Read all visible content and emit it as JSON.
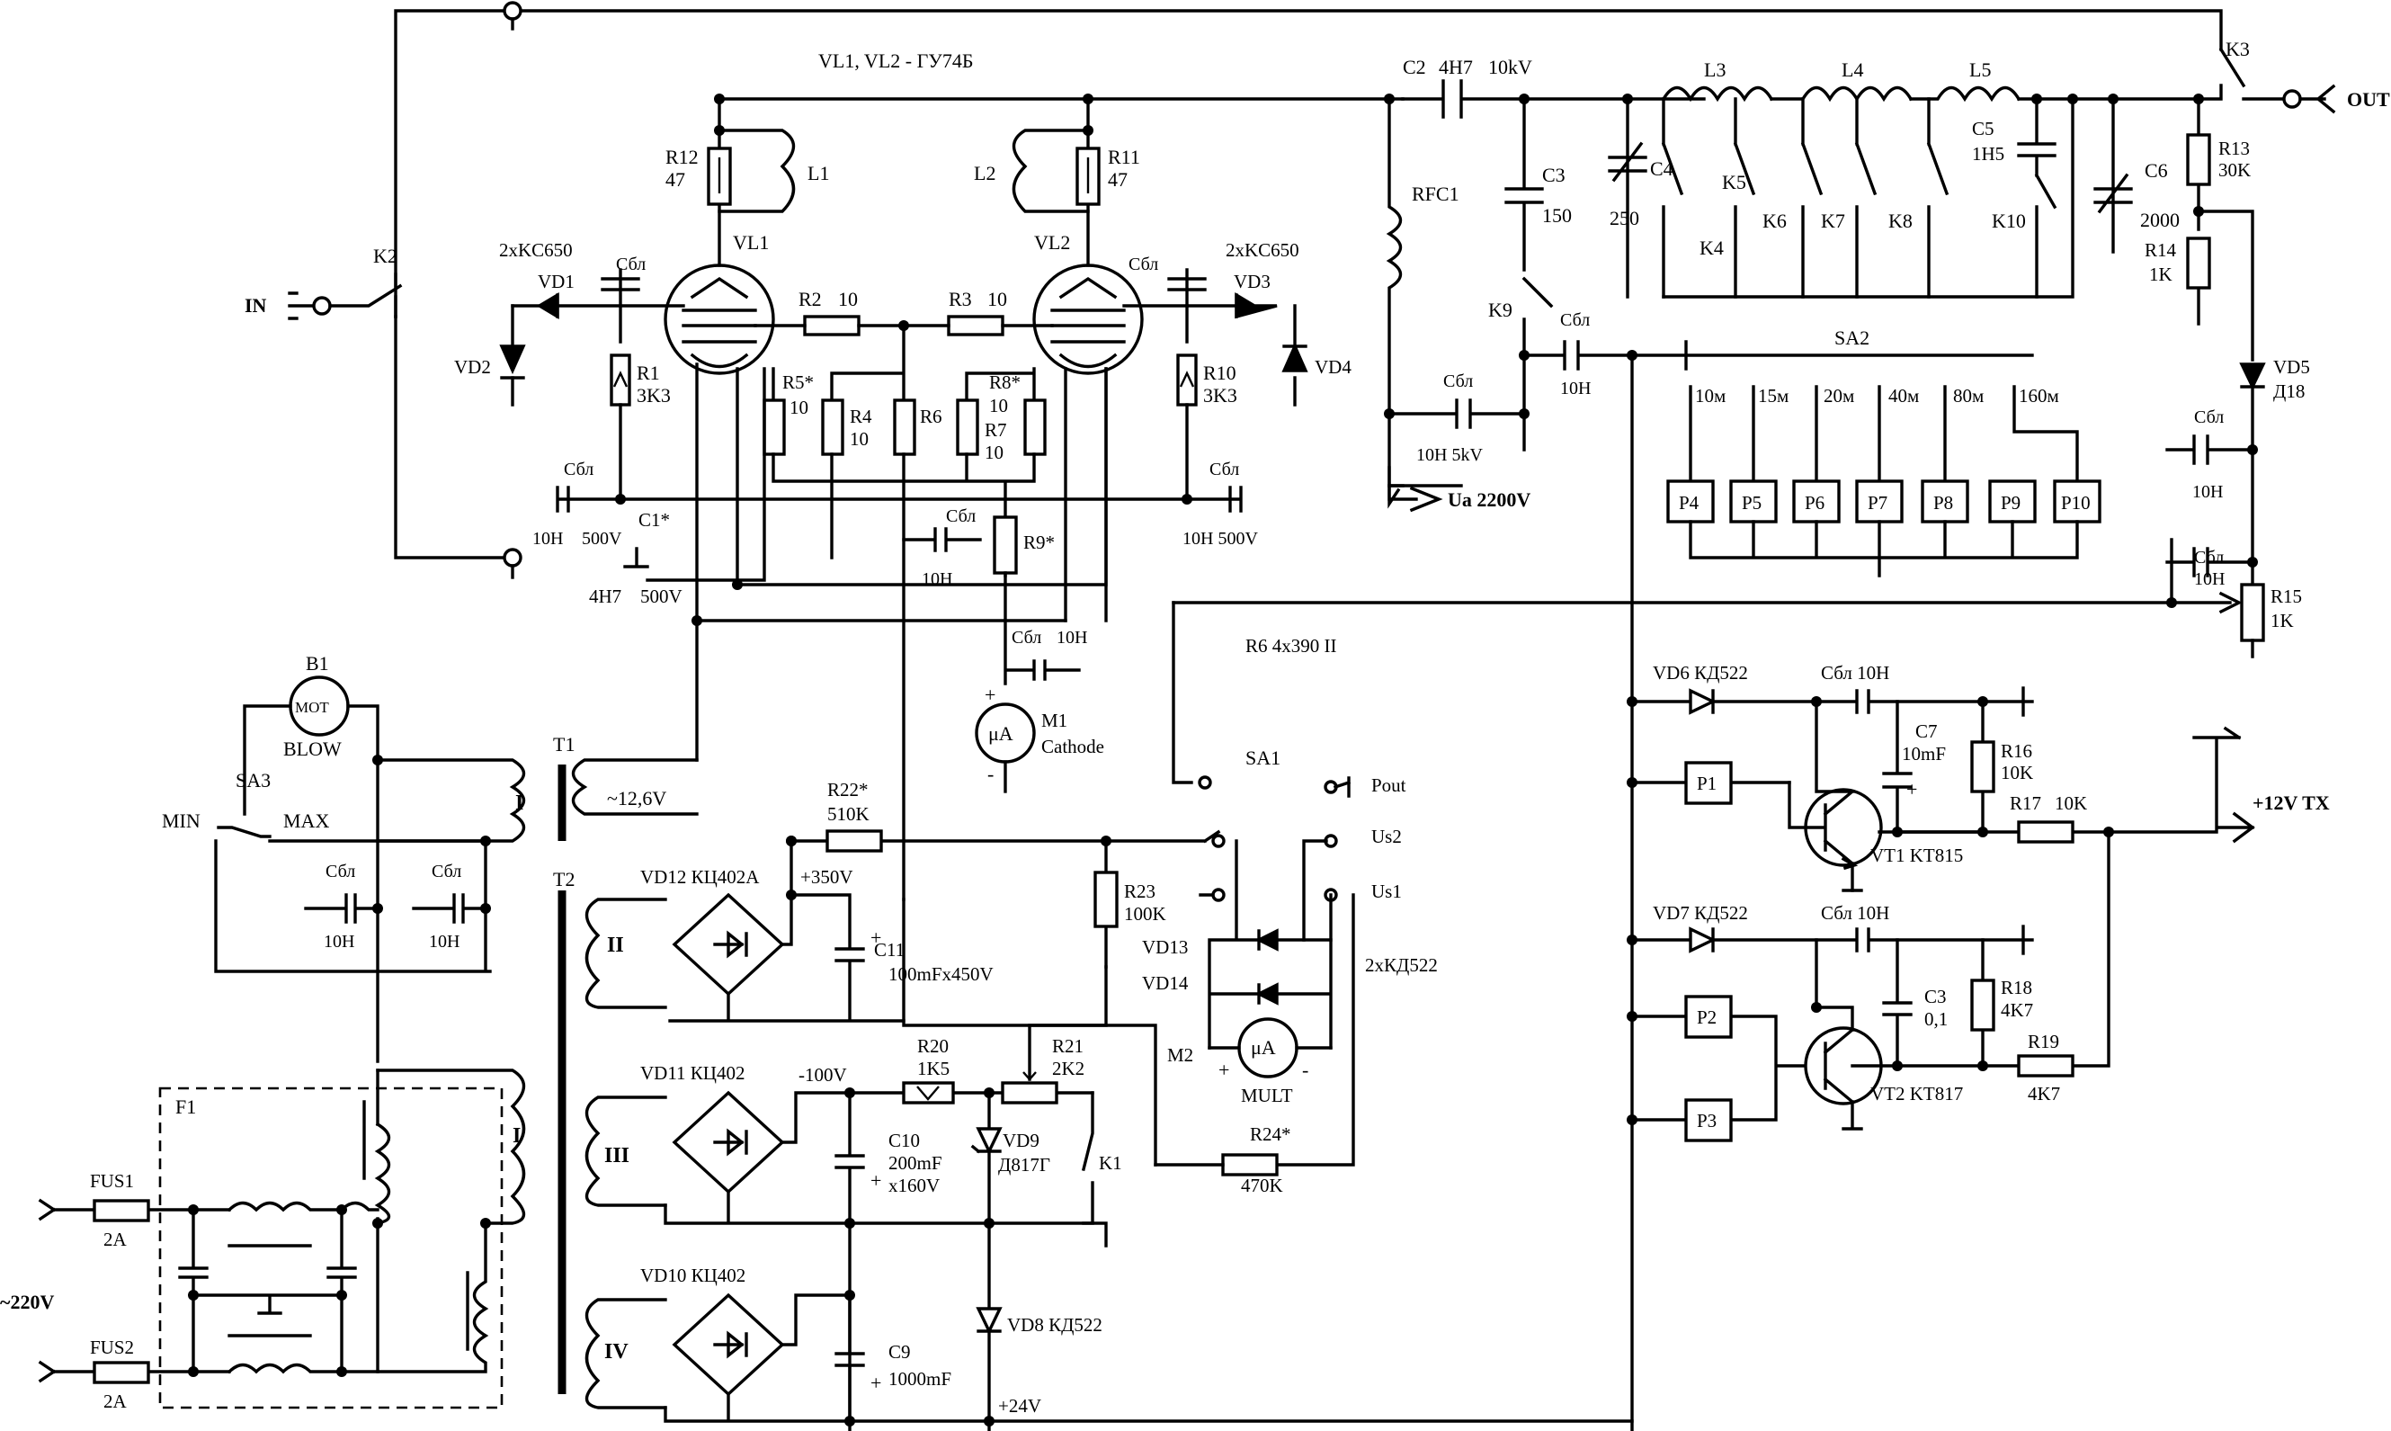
{
  "title": "VL1, VL2 - ГУ74Б",
  "tubes": {
    "vl1": "VL1",
    "vl2": "VL2"
  },
  "io": {
    "input": "IN",
    "output": "OUT",
    "mains": "~220V",
    "hv": "Ua 2200V",
    "tx": "+12V TX"
  },
  "relays": {
    "k1": "K1",
    "k2": "K2",
    "k3": "K3",
    "k4": "K4",
    "k5": "K5",
    "k6": "K6",
    "k7": "K7",
    "k8": "K8",
    "k9": "K9",
    "k10": "K10"
  },
  "resistors": {
    "r1": "R1",
    "r1v": "3K3",
    "r2": "R2",
    "r2v": "10",
    "r3": "R3",
    "r3v": "10",
    "r4": "R4",
    "r4v": "10",
    "r5": "R5*",
    "r5v": "10",
    "r6": "R6",
    "r7": "R7",
    "r7v": "10",
    "r8": "R8*",
    "r8v": "10",
    "r9": "R9*",
    "r10": "R10",
    "r10v": "3K3",
    "r11": "R11",
    "r11v": "47",
    "r12": "R12",
    "r12v": "47",
    "r13": "R13",
    "r13v": "30K",
    "r14": "R14",
    "r14v": "1K",
    "r15": "R15",
    "r15v": "1K",
    "r16": "R16",
    "r16v": "10K",
    "r17": "R17",
    "r17v": "10K",
    "r18": "R18",
    "r18v": "4K7",
    "r19": "R19",
    "r19v": "4K7",
    "r20": "R20",
    "r20v": "1K5",
    "r21": "R21",
    "r21v": "2K2",
    "r22": "R22*",
    "r22v": "510K",
    "r23": "R23",
    "r23v": "100K",
    "r24": "R24*",
    "r24v": "470K",
    "r6note": "R6  4x390 II"
  },
  "capacitors": {
    "c1": "C1*",
    "c1v": "4H7",
    "c1v2": "500V",
    "c2": "C2",
    "c2v": "4H7",
    "c2v2": "10kV",
    "c3": "C3",
    "c3v": "150",
    "c4": "C4",
    "c4v": "250",
    "c5": "C5",
    "c5v": "1H5",
    "c6": "C6",
    "c6v": "2000",
    "c7": "C7",
    "c7v": "10mF",
    "c3b": "C3",
    "c3bv": "0,1",
    "c9": "C9",
    "c9v": "1000mF",
    "c10": "C10",
    "c10v": "200mF",
    "c10v2": "x160V",
    "c11": "C11",
    "c11v": "100mFx450V",
    "sbl": "Сбл",
    "sbl10": "Сбл 10H",
    "v10h": "10H",
    "v500": "500V",
    "v10h500": "10H  500V",
    "v10h5kv": "10H  5kV"
  },
  "inductors": {
    "l1": "L1",
    "l2": "L2",
    "l3": "L3",
    "l4": "L4",
    "l5": "L5",
    "rfc1": "RFC1"
  },
  "diodes": {
    "kc650": "2xKC650",
    "vd1": "VD1",
    "vd2": "VD2",
    "vd3": "VD3",
    "vd4": "VD4",
    "vd5": "VD5",
    "vd5t": "Д18",
    "vd6": "VD6 КД522",
    "vd7": "VD7 КД522",
    "vd8": "VD8  КД522",
    "vd9": "VD9",
    "vd9t": "Д817Г",
    "vd10": "VD10  КЦ402",
    "vd11": "VD11 КЦ402",
    "vd12": "VD12  КЦ402А",
    "vd13": "VD13",
    "vd14": "VD14",
    "kd522x2": "2xКД522"
  },
  "transistors": {
    "vt1": "VT1   KT815",
    "vt2": "VT2   KT817"
  },
  "meters": {
    "m1": "M1",
    "m1t": "Cathode",
    "m2": "M2",
    "m2t": "MULT",
    "ua": "μA"
  },
  "switches": {
    "sa1": "SA1",
    "sa2": "SA2",
    "sa3": "SA3",
    "pout": "Pout",
    "us1": "Us1",
    "us2": "Us2",
    "min": "MIN",
    "max": "MAX"
  },
  "bands": [
    "10м",
    "15м",
    "20м",
    "40м",
    "80м",
    "160м"
  ],
  "p_relays": [
    "P4",
    "P5",
    "P6",
    "P7",
    "P8",
    "P9",
    "P10"
  ],
  "p_left": [
    "P1",
    "P2",
    "P3"
  ],
  "fan": {
    "b1": "B1",
    "mot": "MOT",
    "blow": "BLOW"
  },
  "transformers": {
    "t1": "T1",
    "t2": "T2",
    "heater": "~12,6V",
    "w1": "I",
    "w2": "II",
    "w3": "III",
    "w4": "IV"
  },
  "fuses": {
    "f1": "F1",
    "fus1": "FUS1",
    "fus2": "FUS2",
    "rating": "2A"
  },
  "voltages": {
    "p350": "+350V",
    "m100": "-100V",
    "p24": "+24V"
  },
  "signs": {
    "plus": "+",
    "minus": "-"
  }
}
